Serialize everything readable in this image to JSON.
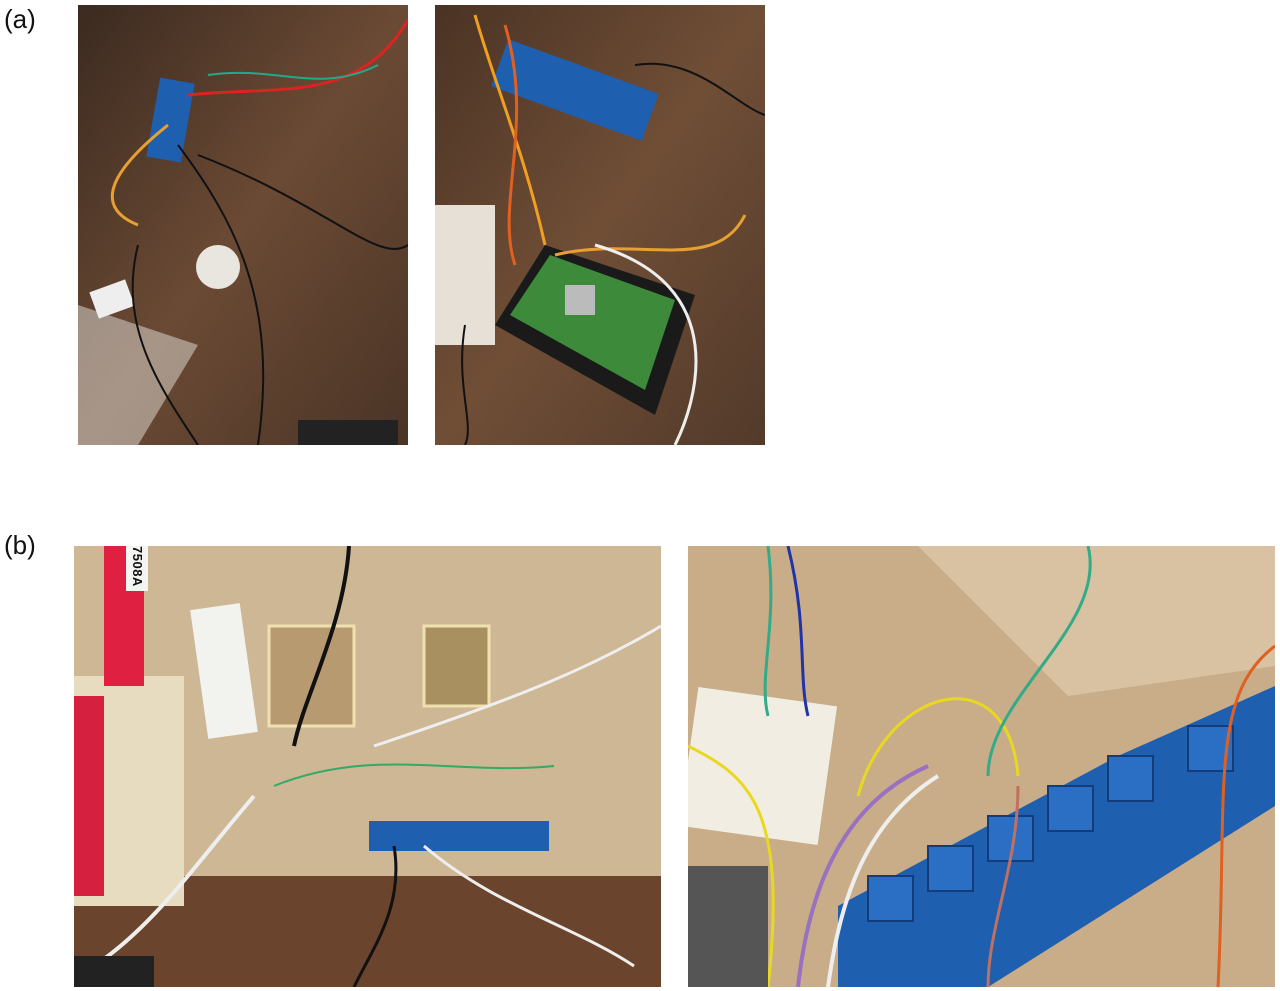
{
  "panels": [
    {
      "label": "(a)",
      "photos": [
        "relay-module-wired-to-lamp-holder",
        "raspberry-pi-with-relay-module"
      ]
    },
    {
      "label": "(b)",
      "photos": [
        "model-house-with-wiring",
        "relay-board-closeup"
      ]
    }
  ],
  "photo_text": {
    "tag": "7508A"
  },
  "colors": {
    "wood": "#5a3f2c",
    "relay_blue": "#1f5fb0",
    "cardboard": "#c9b08e"
  }
}
